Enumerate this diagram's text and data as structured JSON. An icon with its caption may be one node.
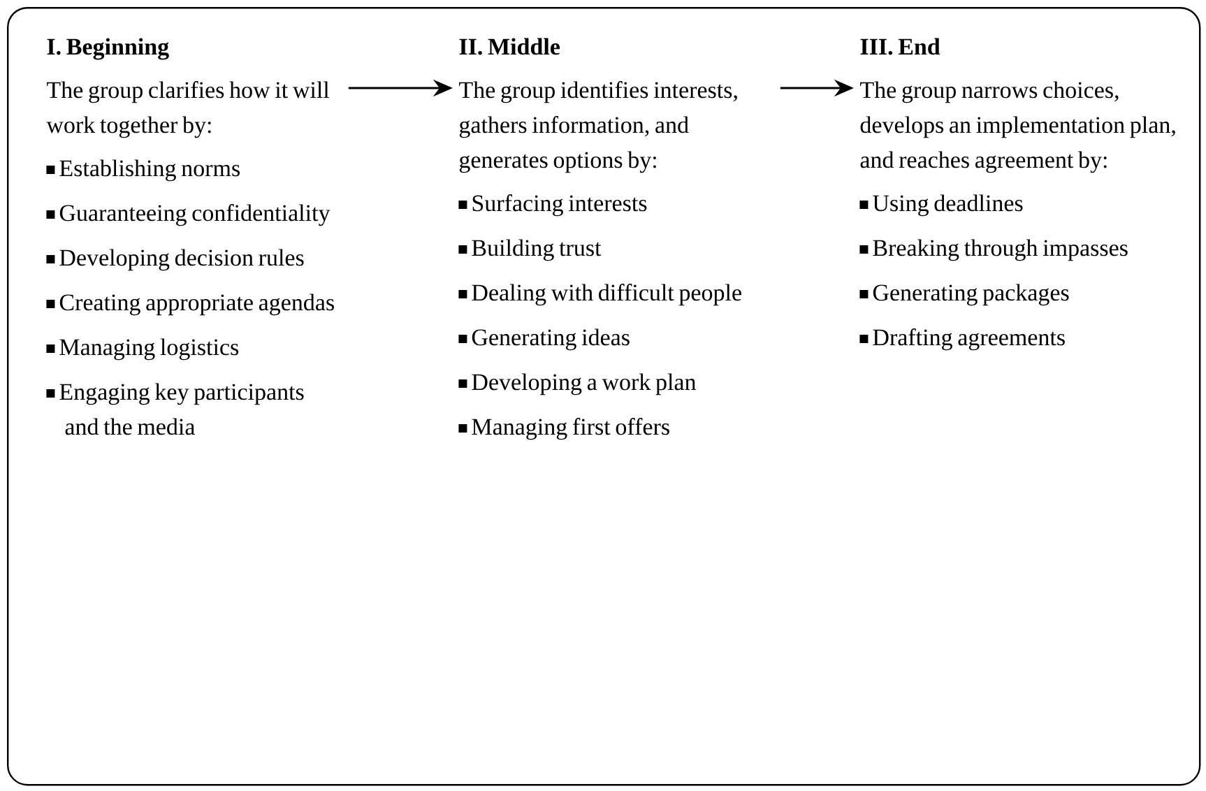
{
  "diagram": {
    "nodes": [
      {
        "text": [],
        "shape": "box"
      },
      {
        "text": [
          "I. Beginning",
          "The group clarifies how it will work together by:",
          "Establishing norms",
          "Guaranteeing confidentiality",
          "Developing decision rules",
          "Creating appropriate agendas",
          "Managing logistics",
          "Engaging key participants and the media"
        ],
        "in": 0
      },
      {
        "text": [
          "II. Middle",
          "The group identifies interests, gathers information, and generates options by:",
          "Surfacing interests",
          "Building trust",
          "Dealing with difficult people",
          "Generating ideas",
          "Developing a work plan",
          "Managing first offers"
        ],
        "in": 0
      },
      {
        "text": [
          "III. End",
          "The group narrows choices, develops an implementation plan, and reaches agreement by:",
          "Using deadlines",
          "Breaking through impasses",
          "Generating packages",
          "Drafting agreements"
        ],
        "in": 0
      }
    ],
    "edges": [
      {
        "from": 1,
        "to": 2,
        "arrow": "to"
      },
      {
        "from": 2,
        "to": 3,
        "arrow": "to"
      }
    ]
  }
}
